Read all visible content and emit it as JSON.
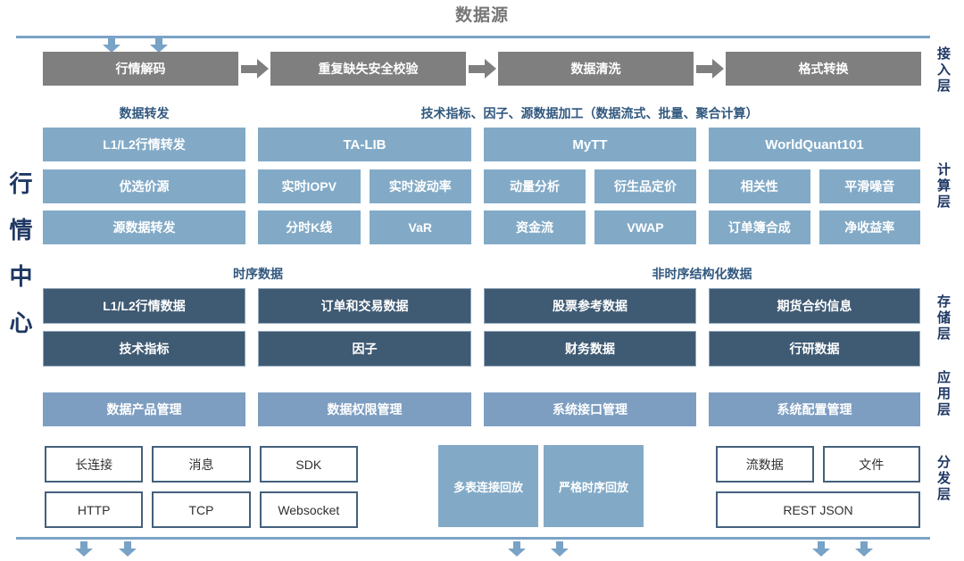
{
  "title": "数据源",
  "left_label": "行情中心",
  "layer_labels": [
    "接入层",
    "计算层",
    "存储层",
    "应用层",
    "分发层"
  ],
  "access": {
    "boxes": [
      "行情解码",
      "重复缺失安全校验",
      "数据清洗",
      "格式转换"
    ]
  },
  "compute": {
    "left_header": "数据转发",
    "right_header": "技术指标、因子、源数据加工（数据流式、批量、聚合计算）",
    "forward_boxes": [
      "L1/L2行情转发",
      "优选价源",
      "源数据转发"
    ],
    "groups": [
      {
        "name": "TA-LIB",
        "cells": [
          "实时IOPV",
          "实时波动率",
          "分时K线",
          "VaR"
        ]
      },
      {
        "name": "MyTT",
        "cells": [
          "动量分析",
          "衍生品定价",
          "资金流",
          "VWAP"
        ]
      },
      {
        "name": "WorldQuant101",
        "cells": [
          "相关性",
          "平滑噪音",
          "订单簿合成",
          "净收益率"
        ]
      }
    ]
  },
  "storage": {
    "left_header": "时序数据",
    "right_header": "非时序结构化数据",
    "row1": [
      "L1/L2行情数据",
      "订单和交易数据",
      "股票参考数据",
      "期货合约信息"
    ],
    "row2": [
      "技术指标",
      "因子",
      "财务数据",
      "行研数据"
    ]
  },
  "application": {
    "boxes": [
      "数据产品管理",
      "数据权限管理",
      "系统接口管理",
      "系统配置管理"
    ]
  },
  "distribution": {
    "protocol_boxes": [
      "长连接",
      "消息",
      "SDK",
      "HTTP",
      "TCP",
      "Websocket"
    ],
    "replay_boxes": [
      "多表连接回放",
      "严格时序回放"
    ],
    "output_boxes": [
      "流数据",
      "文件"
    ],
    "rest_box": "REST JSON"
  },
  "colors": {
    "accent_blue": "#82aac7",
    "app_blue": "#7d9ec1",
    "dark_slate": "#3f5a73",
    "gray": "#7f7f7f",
    "navy_text": "#1f3864",
    "line_blue": "#7ba3c6"
  }
}
